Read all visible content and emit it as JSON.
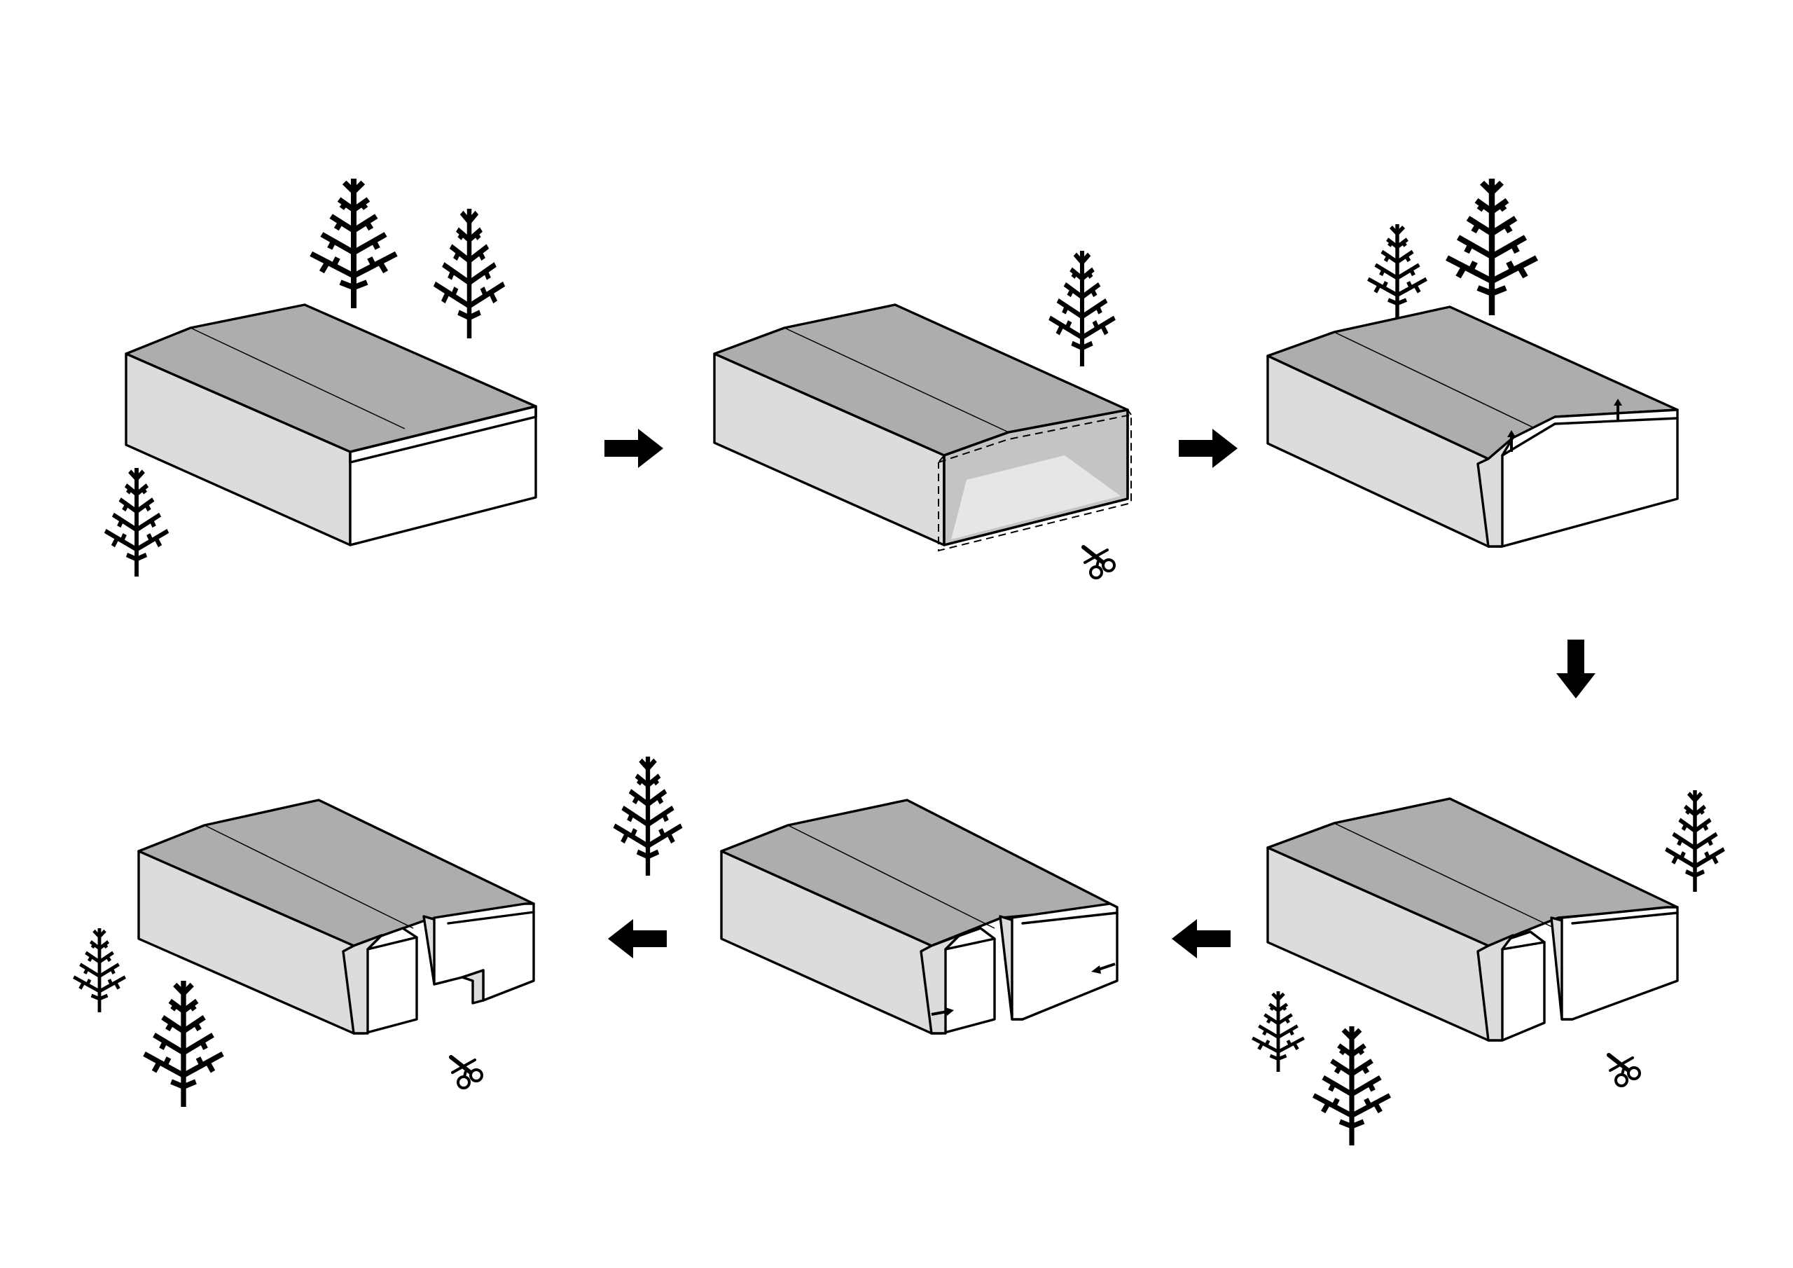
{
  "diagram": {
    "steps": [
      {
        "id": 1,
        "operation": "existing-building"
      },
      {
        "id": 2,
        "operation": "remove-end-bay",
        "icon": "scissors-icon"
      },
      {
        "id": 3,
        "operation": "raise-roof-ridge",
        "icon": "up-arrow-icon"
      },
      {
        "id": 4,
        "operation": "split-volume",
        "icon": "scissors-icon"
      },
      {
        "id": 5,
        "operation": "push-facades",
        "icon": "push-arrow-icon"
      },
      {
        "id": 6,
        "operation": "cut-entrance-notch",
        "icon": "scissors-icon"
      }
    ],
    "flow": [
      "right",
      "right",
      "down",
      "left",
      "left"
    ]
  },
  "colors": {
    "background": "#ffffff",
    "roof": "#adadad",
    "long_wall": "#dcdcdc",
    "end_wall": "#ffffff",
    "outline": "#000000"
  }
}
